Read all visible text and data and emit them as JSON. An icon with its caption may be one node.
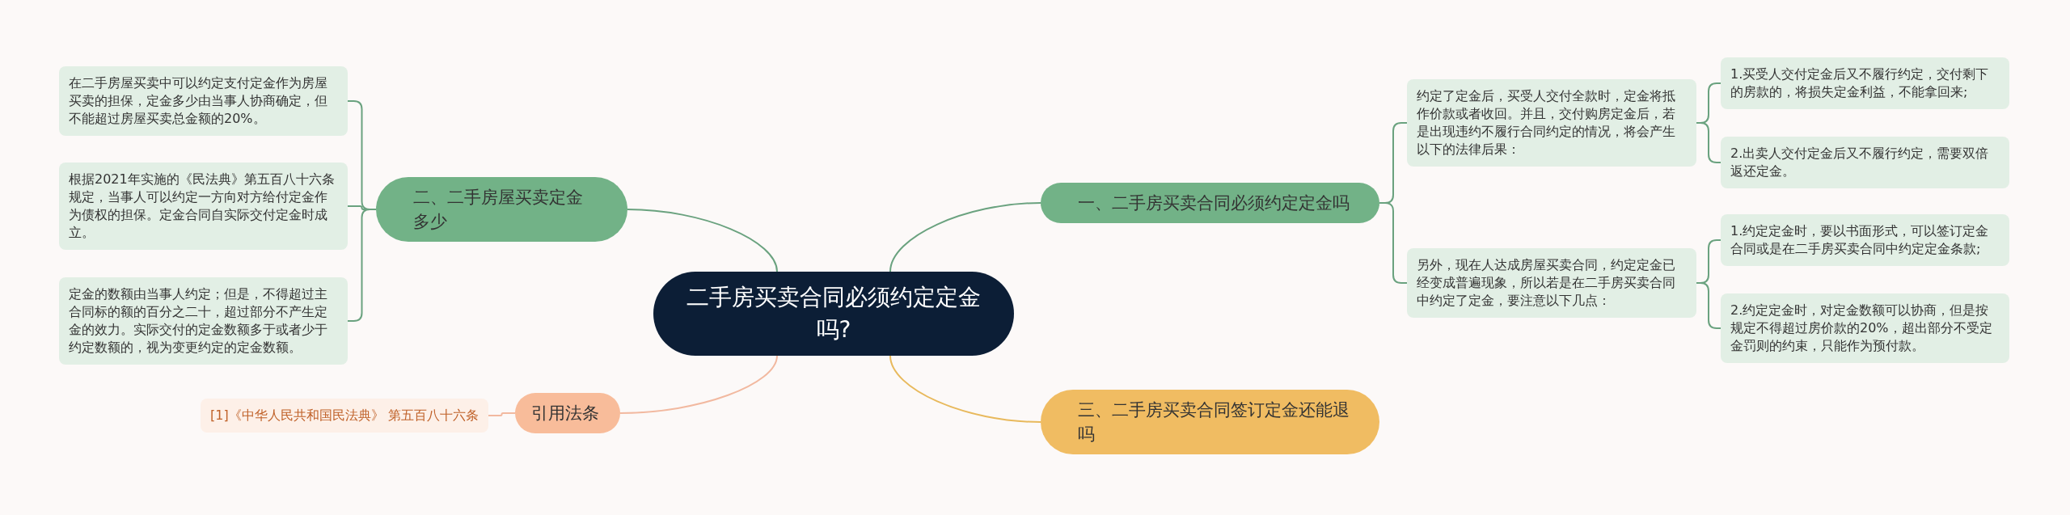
{
  "diagram": {
    "nodes": [
      {
        "text": [
          "二手房买卖合同必须约定定金吗?"
        ]
      },
      {
        "text": [
          "一、二手房买卖合同必须约定定金吗"
        ]
      },
      {
        "text": [
          "约定了定金后，买受人交付全款时，定金将抵作价款或者收回。并且，交付购房定金后，若是出现违约不履行合同约定的情况，将会产生以下的法律后果："
        ]
      },
      {
        "text": [
          "1.买受人交付定金后又不履行约定，交付剩下的房款的，将损失定金利益，不能拿回来;"
        ]
      },
      {
        "text": [
          "2.出卖人交付定金后又不履行约定，需要双倍返还定金。"
        ]
      },
      {
        "text": [
          "另外，现在人达成房屋买卖合同，约定定金已经变成普遍现象，所以若是在二手房买卖合同中约定了定金，要注意以下几点："
        ]
      },
      {
        "text": [
          "1.约定定金时，要以书面形式，可以签订定金合同或是在二手房买卖合同中约定定金条款;"
        ]
      },
      {
        "text": [
          "2.约定定金时，对定金数额可以协商，但是按规定不得超过房价款的20%，超出部分不受定金罚则的约束，只能作为预付款。"
        ]
      },
      {
        "text": [
          "二、二手房屋买卖定金多少"
        ]
      },
      {
        "text": [
          "在二手房屋买卖中可以约定支付定金作为房屋买卖的担保，定金多少由当事人协商确定，但不能超过房屋买卖总金额的20%。"
        ]
      },
      {
        "text": [
          "根据2021年实施的《民法典》第五百八十六条规定，当事人可以约定一方向对方给付定金作为债权的担保。定金合同自实际交付定金时成立。"
        ]
      },
      {
        "text": [
          "定金的数额由当事人约定；但是，不得超过主合同标的额的百分之二十，超过部分不产生定金的效力。实际交付的定金数额多于或者少于约定数额的，视为变更约定的定金数额。"
        ]
      },
      {
        "text": [
          "三、二手房买卖合同签订定金还能退吗"
        ]
      },
      {
        "text": [
          "引用法条"
        ]
      },
      {
        "text": [
          "[1]《中华人民共和国民法典》 第五百八十六条"
        ]
      }
    ],
    "edges": [
      {
        "from": 0,
        "to": 1,
        "arrow": "none"
      },
      {
        "from": 1,
        "to": 2,
        "arrow": "none"
      },
      {
        "from": 2,
        "to": 3,
        "arrow": "none"
      },
      {
        "from": 2,
        "to": 4,
        "arrow": "none"
      },
      {
        "from": 1,
        "to": 5,
        "arrow": "none"
      },
      {
        "from": 5,
        "to": 6,
        "arrow": "none"
      },
      {
        "from": 5,
        "to": 7,
        "arrow": "none"
      },
      {
        "from": 0,
        "to": 8,
        "arrow": "none"
      },
      {
        "from": 8,
        "to": 9,
        "arrow": "none"
      },
      {
        "from": 8,
        "to": 10,
        "arrow": "none"
      },
      {
        "from": 8,
        "to": 11,
        "arrow": "none"
      },
      {
        "from": 0,
        "to": 12,
        "arrow": "none",
        "color": "#e8b95c"
      },
      {
        "from": 0,
        "to": 13,
        "arrow": "none",
        "color": "#f2b9a0"
      },
      {
        "from": 13,
        "to": 14,
        "arrow": "none",
        "color": "#f2b9a0"
      }
    ]
  }
}
